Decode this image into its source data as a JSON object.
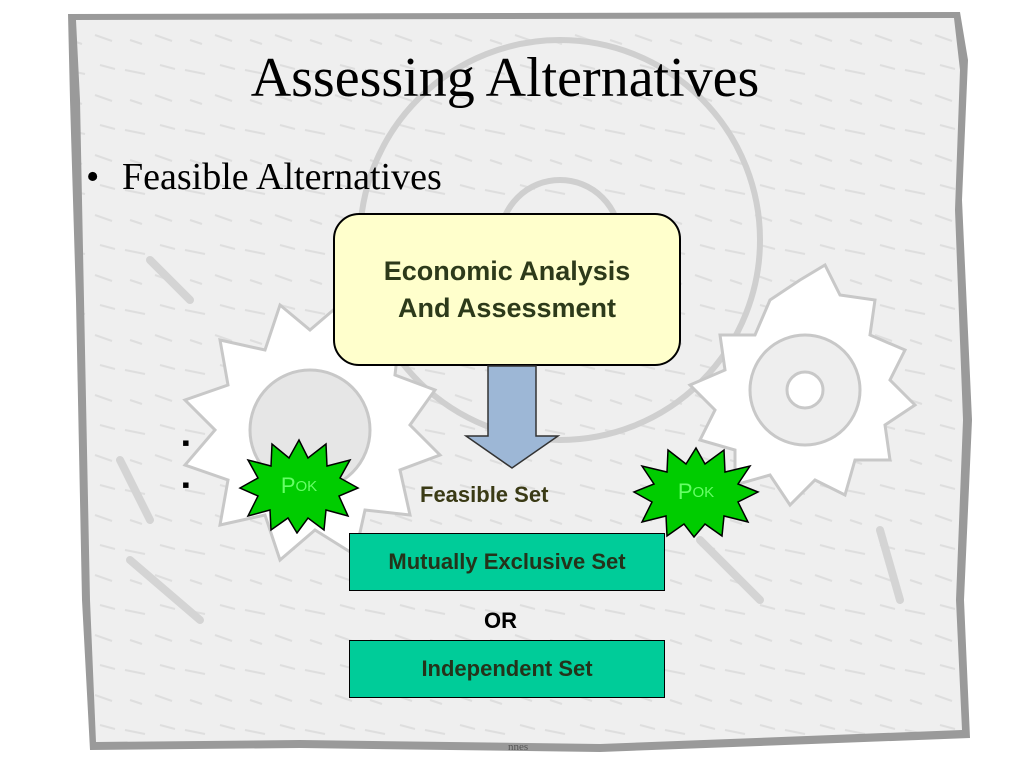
{
  "slide": {
    "title": "Assessing Alternatives",
    "bullet": "Feasible Alternatives",
    "sub_bullets": [
      "",
      ""
    ],
    "footer": "nnes"
  },
  "diagram": {
    "top_box": {
      "line1": "Economic Analysis",
      "line2": "And Assessment"
    },
    "feasible_set_label": "Feasible Set",
    "mutually_exclusive_label": "Mutually Exclusive Set",
    "or_label": "OR",
    "independent_label": "Independent Set",
    "star_left": {
      "main": "P",
      "sub": "OK"
    },
    "star_right": {
      "main": "P",
      "sub": "OK"
    }
  },
  "colors": {
    "top_box_fill": "#ffffcc",
    "set_box_fill": "#00cc99",
    "star_fill": "#00cc00",
    "star_text": "#66ff66",
    "arrow_fill": "#9db7d6",
    "frame_fill": "#eeeeee"
  }
}
